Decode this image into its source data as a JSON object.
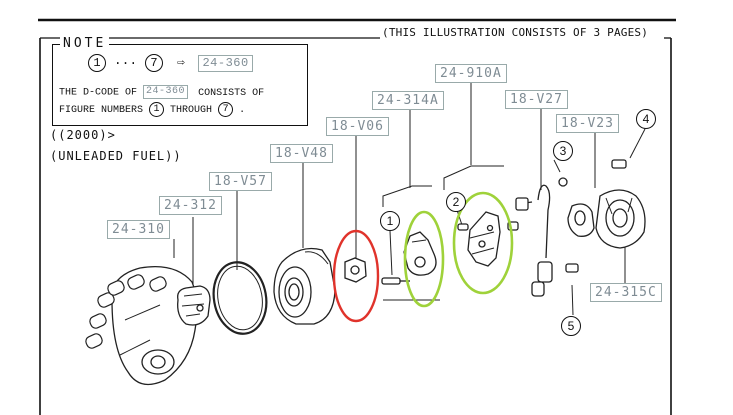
{
  "header": {
    "illustration_note": "(THIS ILLUSTRATION CONSISTS OF  3 PAGES)"
  },
  "note": {
    "title": "NOTE",
    "range_start": "1",
    "range_sep": "···",
    "range_end": "7",
    "arrow": "⇨",
    "range_code": "24-360",
    "line2_prefix": "THE D-CODE OF",
    "line2_code": "24-360",
    "line2_suffix": "CONSISTS OF",
    "line3_prefix": "FIGURE NUMBERS",
    "line3_start": "1",
    "line3_mid": "THROUGH",
    "line3_end": "7",
    "line3_end_punct": "."
  },
  "conditions": {
    "year": "((2000)>",
    "fuel": "(UNLEADED FUEL))"
  },
  "part_codes": {
    "distributor_cap": "24-310",
    "rotor": "24-312",
    "gasket": "18-V57",
    "cover": "18-V48",
    "nut": "18-V06",
    "signal_rotor": "24-314A",
    "pickup_coil": "24-910A",
    "lead_wire": "18-V27",
    "bracket": "18-V23",
    "housing": "24-315C"
  },
  "ref_numbers": {
    "n1": "1",
    "n2": "2",
    "n3": "3",
    "n4": "4",
    "n5": "5"
  },
  "highlight_colors": {
    "red": "#e0332b",
    "green": "#9fd23a"
  }
}
